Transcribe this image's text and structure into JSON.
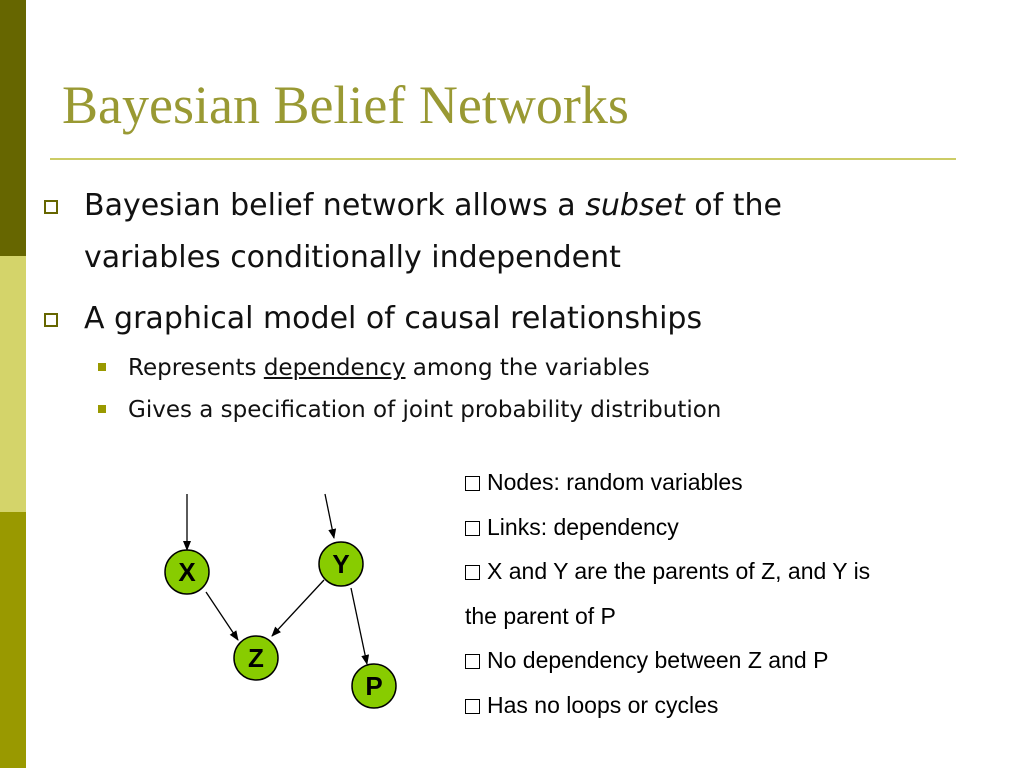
{
  "slide": {
    "title": "Bayesian Belief Networks",
    "bullets": [
      {
        "lines": [
          {
            "pre": "Bayesian belief network allows a ",
            "emph": "subset",
            "post": " of the"
          },
          {
            "text": "variables conditionally independent"
          }
        ]
      },
      {
        "text": "A graphical model of causal relationships"
      }
    ],
    "subbullets": [
      {
        "pre": "Represents ",
        "underline": "dependency",
        "post": " among the variables"
      },
      {
        "text": "Gives a specification of joint probability distribution"
      }
    ],
    "notes": [
      "Nodes: random variables",
      "Links: dependency",
      "X and Y are the parents of Z, and Y is",
      "the parent of P",
      "No dependency between Z and P",
      "Has no loops or cycles"
    ]
  },
  "diagram": {
    "nodes": [
      "X",
      "Y",
      "Z",
      "P"
    ],
    "edges": [
      [
        "X",
        "Z"
      ],
      [
        "Y",
        "Z"
      ],
      [
        "Y",
        "P"
      ]
    ],
    "node_fill": "#88cc00"
  },
  "colors": {
    "title": "#999933",
    "band_dark": "#666600",
    "band_light": "#d4d46a",
    "band_mid": "#999900"
  }
}
